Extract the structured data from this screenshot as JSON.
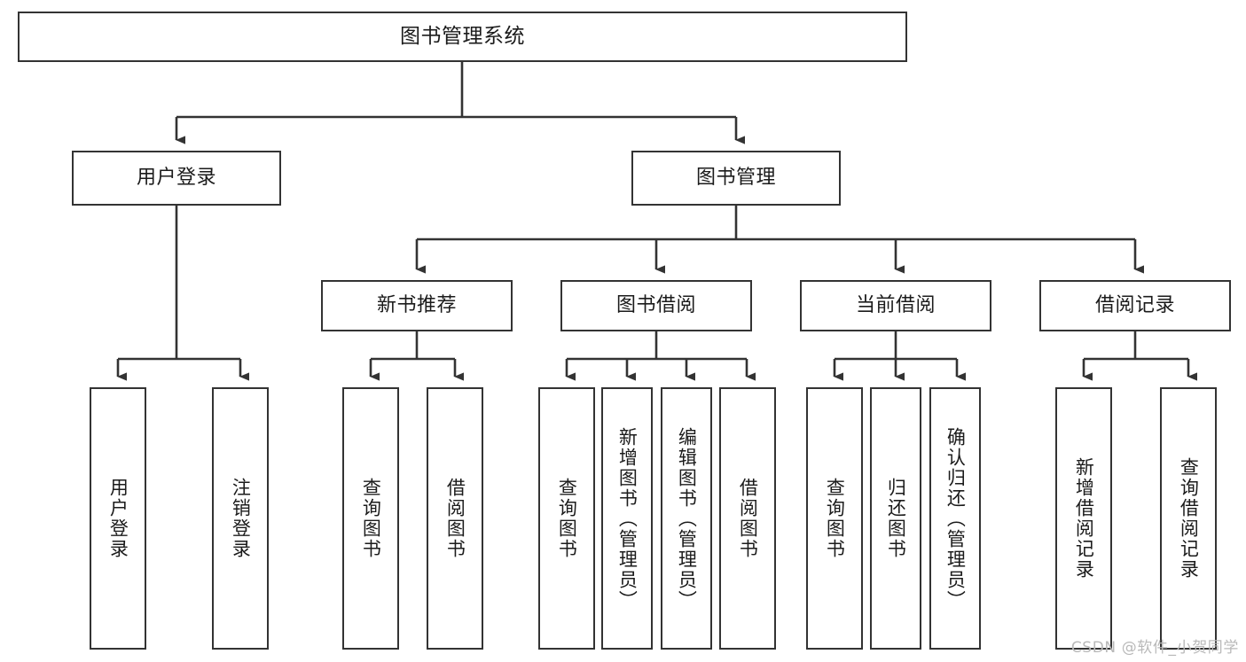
{
  "diagram": {
    "type": "tree",
    "title": "图书管理系统",
    "watermark": "CSDN @软件_小贺同学",
    "colors": {
      "box_border": "#333333",
      "box_fill": "#ffffff",
      "connector": "#333333",
      "text": "#1b1b1b",
      "watermark": "#b9b9b9"
    },
    "levels": {
      "root": "图书管理系统",
      "level2": [
        "用户登录",
        "图书管理"
      ],
      "level3": [
        "新书推荐",
        "图书借阅",
        "当前借阅",
        "借阅记录"
      ]
    },
    "nodes": {
      "root": "图书管理系统",
      "user_login": "用户登录",
      "book_manage": "图书管理",
      "new_book_rec": "新书推荐",
      "book_borrow": "图书借阅",
      "current_borrow": "当前借阅",
      "borrow_record": "借阅记录",
      "leaf_user_login": "用户登录",
      "leaf_logout": "注销登录",
      "leaf_query_book_1": "查询图书",
      "leaf_borrow_book_1": "借阅图书",
      "leaf_query_book_2": "查询图书",
      "leaf_add_book_admin": "新增图书（管理员）",
      "leaf_edit_book_admin": "编辑图书（管理员）",
      "leaf_borrow_book_2": "借阅图书",
      "leaf_query_book_3": "查询图书",
      "leaf_return_book": "归还图书",
      "leaf_confirm_return_admin": "确认归还（管理员）",
      "leaf_add_record": "新增借阅记录",
      "leaf_query_record": "查询借阅记录"
    },
    "edges": [
      {
        "from": "图书管理系统",
        "to": "用户登录"
      },
      {
        "from": "图书管理系统",
        "to": "图书管理"
      },
      {
        "from": "用户登录",
        "to": "用户登录"
      },
      {
        "from": "用户登录",
        "to": "注销登录"
      },
      {
        "from": "图书管理",
        "to": "新书推荐"
      },
      {
        "from": "图书管理",
        "to": "图书借阅"
      },
      {
        "from": "图书管理",
        "to": "当前借阅"
      },
      {
        "from": "图书管理",
        "to": "借阅记录"
      },
      {
        "from": "新书推荐",
        "to": "查询图书"
      },
      {
        "from": "新书推荐",
        "to": "借阅图书"
      },
      {
        "from": "图书借阅",
        "to": "查询图书"
      },
      {
        "from": "图书借阅",
        "to": "新增图书（管理员）"
      },
      {
        "from": "图书借阅",
        "to": "编辑图书（管理员）"
      },
      {
        "from": "图书借阅",
        "to": "借阅图书"
      },
      {
        "from": "当前借阅",
        "to": "查询图书"
      },
      {
        "from": "当前借阅",
        "to": "归还图书"
      },
      {
        "from": "当前借阅",
        "to": "确认归还（管理员）"
      },
      {
        "from": "借阅记录",
        "to": "新增借阅记录"
      },
      {
        "from": "借阅记录",
        "to": "查询借阅记录"
      }
    ]
  }
}
